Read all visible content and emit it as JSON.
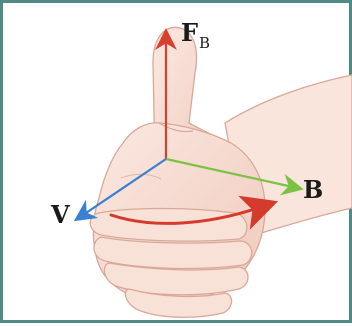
{
  "labels": {
    "force": "F",
    "force_subscript": "B",
    "field": "B",
    "velocity": "V"
  },
  "colors": {
    "border": "#4f8a84",
    "force_arrow": "#d8402e",
    "field_arrow": "#7cc242",
    "velocity_arrow": "#3a7fd0",
    "curl_arrow": "#d63a2c",
    "skin": "#f6ddd2",
    "skin_outline": "#d9a898"
  },
  "icons": {
    "hand": "thumbs-up-hand-icon"
  }
}
